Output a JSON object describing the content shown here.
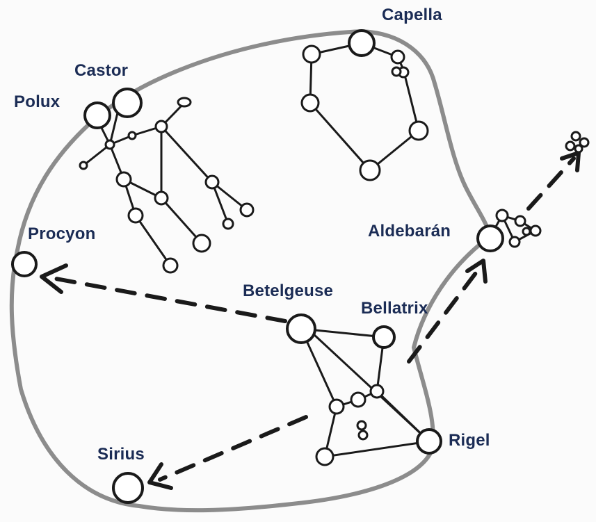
{
  "labels": {
    "capella": "Capella",
    "castor": "Castor",
    "polux": "Polux",
    "procyon": "Procyon",
    "aldebaran": "Aldebarán",
    "betelgeuse": "Betelgeuse",
    "bellatrix": "Bellatrix",
    "rigel": "Rigel",
    "sirius": "Sirius"
  },
  "colors": {
    "label": "#1b2c55",
    "ink": "#1a1a1a",
    "hexagon": "#8c8c8c",
    "background": "#fbfbfb"
  }
}
